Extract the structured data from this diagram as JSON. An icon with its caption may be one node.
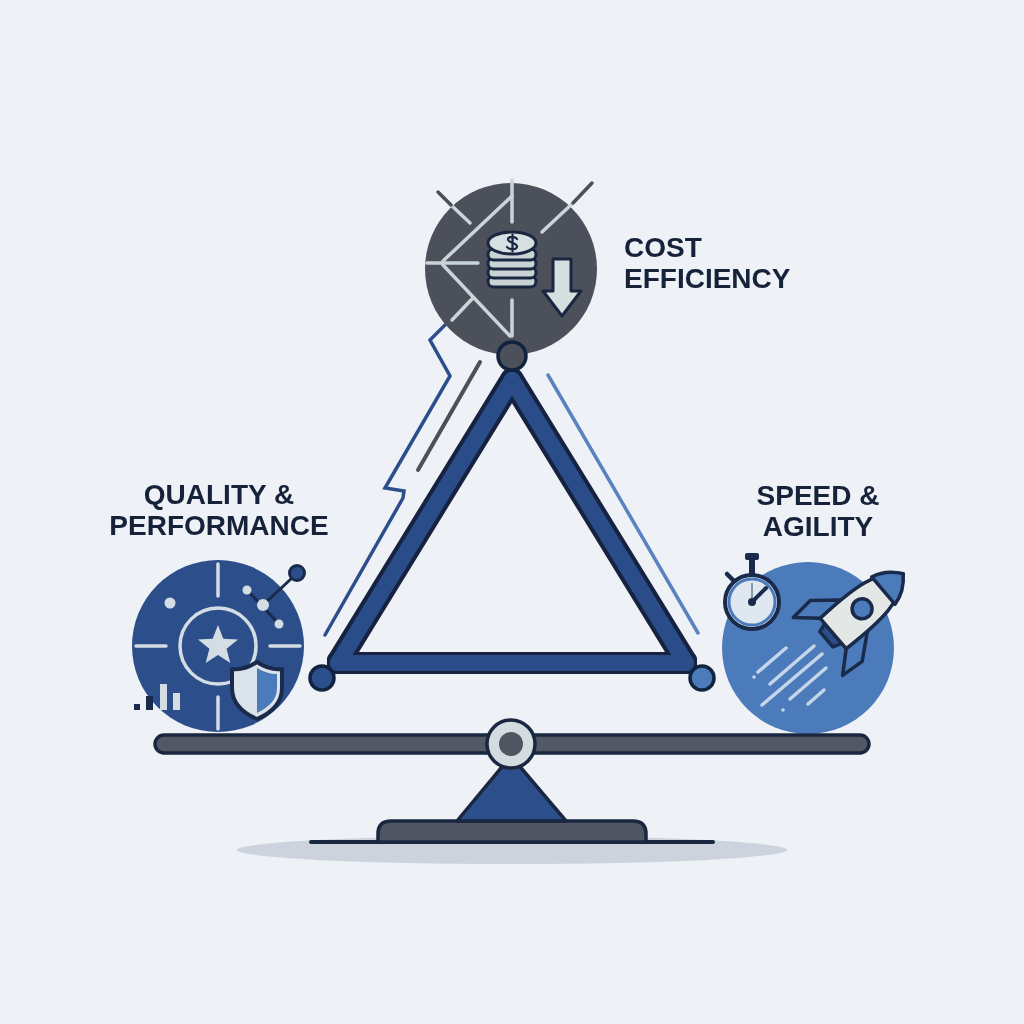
{
  "diagram": {
    "nodes": [
      {
        "text": [
          "COST EFFICIENCY"
        ]
      },
      {
        "text": [
          "QUALITY & PERFORMANCE"
        ]
      },
      {
        "text": [
          "SPEED & AGILITY"
        ]
      }
    ],
    "edges": [
      {
        "from": 0,
        "to": 1,
        "arrow": "none"
      },
      {
        "from": 1,
        "to": 2,
        "arrow": "none"
      },
      {
        "from": 2,
        "to": 0,
        "arrow": "none"
      }
    ]
  }
}
